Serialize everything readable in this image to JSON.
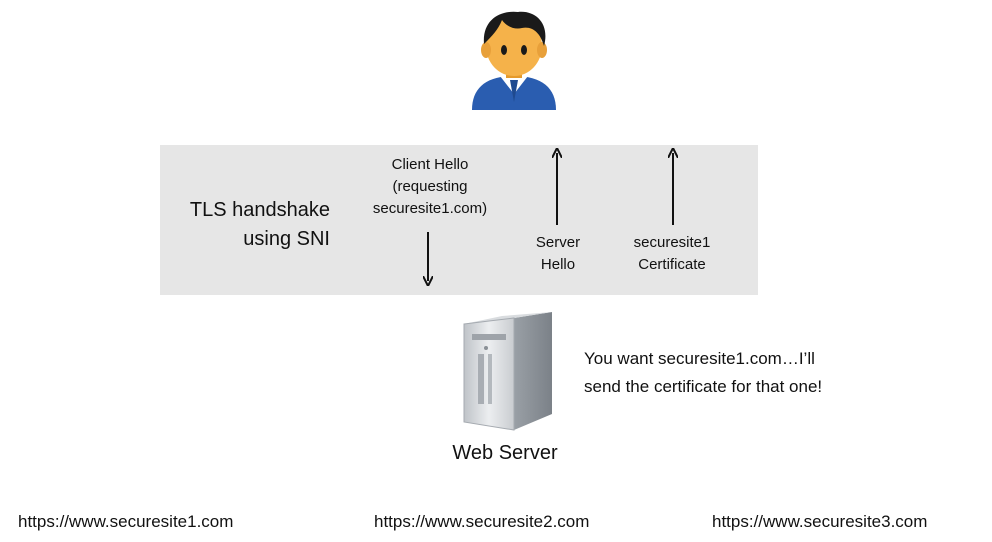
{
  "handshake": {
    "title_lines": [
      "TLS handshake",
      "using SNI"
    ],
    "client_hello_lines": [
      "Client Hello",
      "(requesting",
      "securesite1.com)"
    ],
    "server_hello_lines": [
      "Server",
      "Hello"
    ],
    "certificate_lines": [
      "securesite1",
      "Certificate"
    ],
    "panel_color": "#e6e6e6",
    "arrow_color": "#111111"
  },
  "server": {
    "label": "Web Server",
    "speech_lines": [
      "You want securesite1.com…I’ll",
      "send the certificate for that one!"
    ],
    "icon": "server-tower-icon"
  },
  "user": {
    "icon": "user-avatar-icon",
    "shirt_color": "#2a5db0",
    "hair_color": "#1a1a1a",
    "skin_color": "#f5b24a"
  },
  "urls": [
    "https://www.securesite1.com",
    "https://www.securesite2.com",
    "https://www.securesite3.com"
  ]
}
